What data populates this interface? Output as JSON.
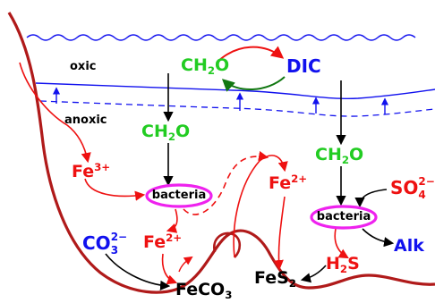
{
  "zones": {
    "oxic": "oxic",
    "anoxic": "anoxic"
  },
  "species": {
    "ch2o_top": {
      "base": "CH",
      "sub": "2",
      "tail": "O"
    },
    "dic": "DIC",
    "ch2o_left": {
      "base": "CH",
      "sub": "2",
      "tail": "O"
    },
    "ch2o_right": {
      "base": "CH",
      "sub": "2",
      "tail": "O"
    },
    "fe3": {
      "base": "Fe",
      "sup": "3+"
    },
    "fe2_left": {
      "base": "Fe",
      "sup": "2+"
    },
    "fe2_right": {
      "base": "Fe",
      "sup": "2+"
    },
    "co3": {
      "base": "CO",
      "sub": "3",
      "sup": "2−"
    },
    "feco3": {
      "base": "FeCO",
      "sub": "3"
    },
    "fes2": {
      "base": "FeS",
      "sub": "2"
    },
    "h2s": {
      "base": "H",
      "sub": "2",
      "tail": "S"
    },
    "so4": {
      "base": "SO",
      "sub": "4",
      "sup": "2−"
    },
    "alk": "Alk"
  },
  "bacteria_left": "bacteria",
  "bacteria_right": "bacteria",
  "colors": {
    "green": "#22cc22",
    "blue": "#1111ee",
    "red": "#ee1111",
    "dark_red": "#b01a1a",
    "dark_green": "#117711",
    "magenta": "#ee22ee",
    "black": "#000000"
  }
}
